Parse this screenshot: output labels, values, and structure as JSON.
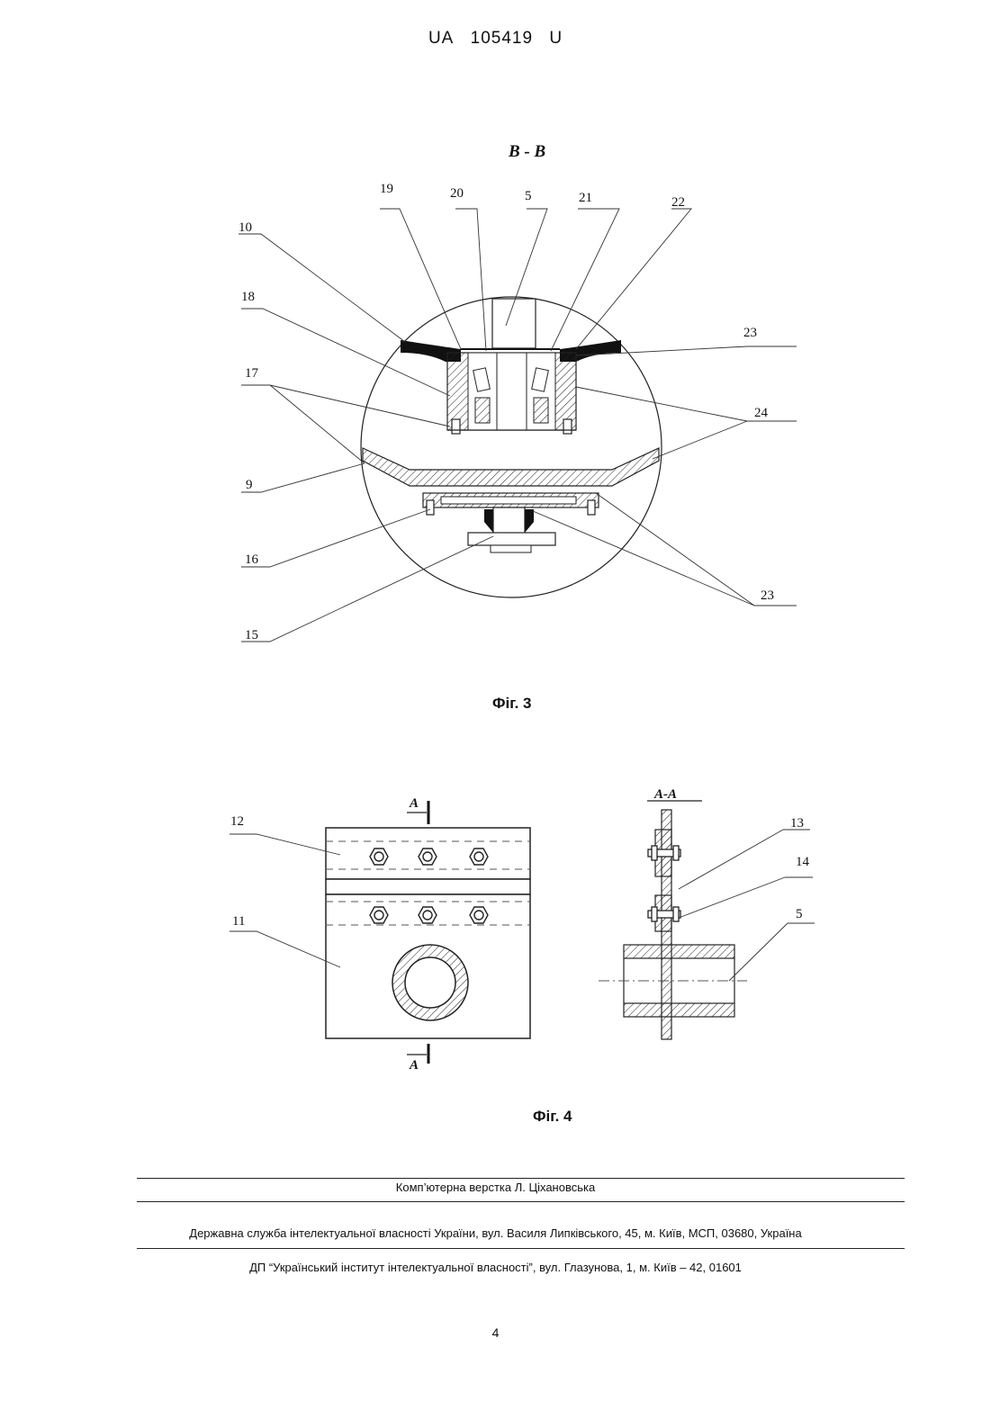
{
  "header": {
    "office": "UA",
    "number": "105419",
    "kind": "U"
  },
  "fig3": {
    "section_title": "B - B",
    "caption": "Фіг. 3",
    "labels": [
      "19",
      "20",
      "5",
      "21",
      "22",
      "10",
      "18",
      "17",
      "23",
      "24",
      "9",
      "16",
      "23",
      "15"
    ]
  },
  "fig4": {
    "section_mark": "A",
    "section_title": "A-A",
    "caption": "Фіг. 4",
    "labels": [
      "12",
      "11",
      "13",
      "14",
      "5"
    ]
  },
  "footer": {
    "typesetting": "Комп’ютерна верстка Л. Ціхановська",
    "agency": "Державна служба інтелектуальної власності України, вул. Василя Липківського, 45, м. Київ, МСП, 03680, Україна",
    "institute": "ДП “Український інститут інтелектуальної власності”, вул. Глазунова, 1, м. Київ – 42, 01601"
  },
  "page_number": "4"
}
